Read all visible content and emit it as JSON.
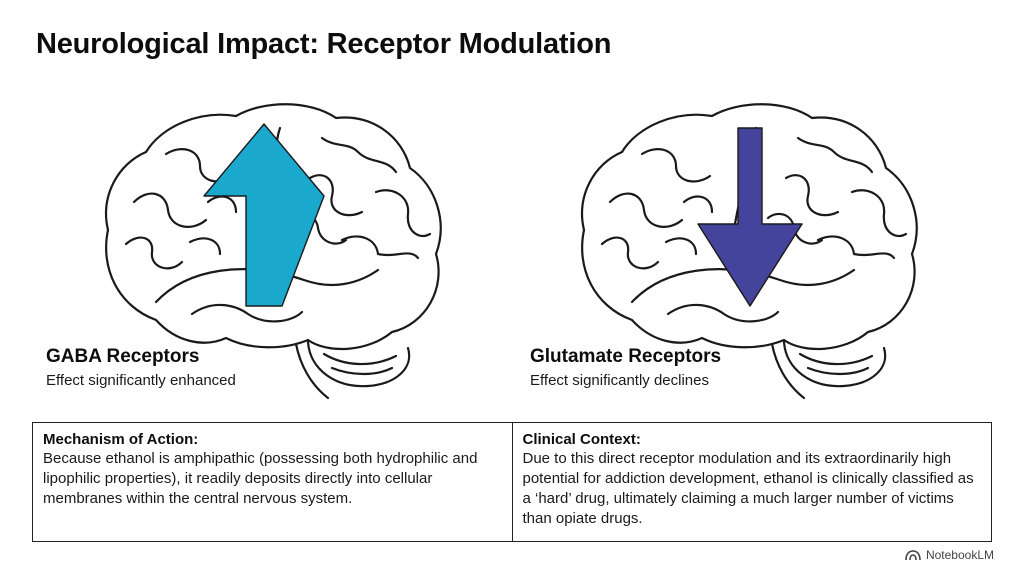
{
  "title": "Neurological Impact: Receptor Modulation",
  "colors": {
    "up_arrow": "#1aa8cc",
    "down_arrow": "#45449c",
    "outline": "#1a1a1a"
  },
  "icons": {
    "left_brain": "brain-outline-icon",
    "right_brain": "brain-outline-icon",
    "up_arrow": "arrow-up-icon",
    "down_arrow": "arrow-down-icon",
    "footer_logo": "notebooklm-logo-icon"
  },
  "gaba": {
    "heading": "GABA Receptors",
    "effect": "Effect significantly enhanced"
  },
  "glutamate": {
    "heading": "Glutamate Receptors",
    "effect": "Effect significantly declines"
  },
  "mechanism": {
    "heading": "Mechanism of Action:",
    "text": "Because ethanol is amphipathic (possessing both hydrophilic and lipophilic properties), it readily deposits directly into cellular membranes within the central nervous system."
  },
  "clinical": {
    "heading": "Clinical Context:",
    "text": "Due to this direct receptor modulation and its extraordinarily high potential for addiction development, ethanol is clinically classified as a ‘hard’ drug, ultimately claiming a much larger number of victims than opiate drugs."
  },
  "footer": {
    "brand": "NotebookLM"
  }
}
